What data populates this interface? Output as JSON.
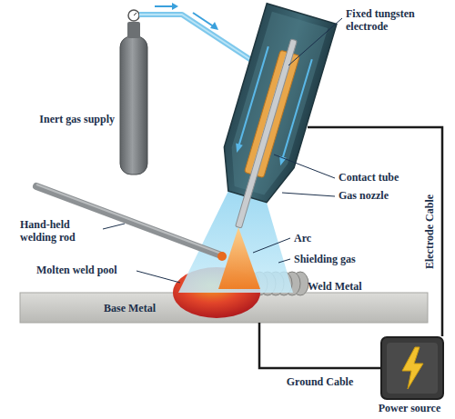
{
  "diagram": {
    "nodes": [
      {
        "text": [
          "Base Metal"
        ]
      },
      {
        "text": [
          "Power source"
        ]
      }
    ],
    "edges": [
      {
        "from": 0,
        "to": 1,
        "arrow": "none",
        "label": "Ground Cable"
      }
    ],
    "labels": [
      "Inert gas supply",
      "Fixed tungsten electrode",
      "Contact tube",
      "Gas nozzle",
      "Hand-held welding rod",
      "Arc",
      "Shielding gas",
      "Molten weld pool",
      "Weld Metal",
      "Electrode Cable"
    ]
  }
}
